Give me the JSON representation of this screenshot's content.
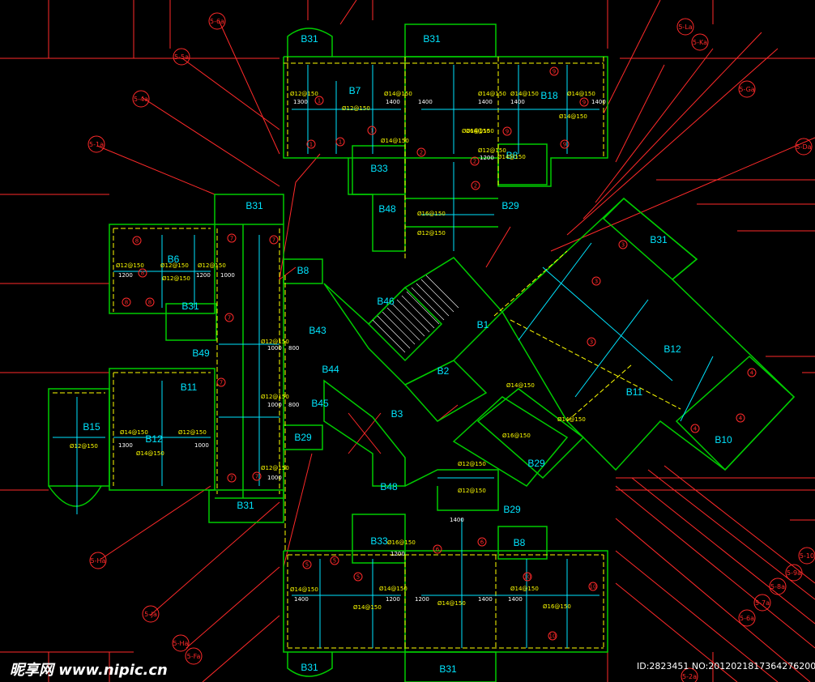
{
  "drawing": {
    "colors": {
      "background": "#000000",
      "grid": "#ff2a2a",
      "wall": "#00cc00",
      "beam": "#ffff00",
      "rebar": "#00e5ff",
      "label": "#00e5ff",
      "text": "#ffffff"
    },
    "axis_markers": [
      "5-6a",
      "5-5a",
      "5-4a",
      "5-1a",
      "5-La",
      "5-Ka",
      "5-Ga",
      "5-Da",
      "5-Ha",
      "5-Ja",
      "5-Ha",
      "5-Fa",
      "5-2a",
      "5-10",
      "5-9a",
      "5-8a",
      "5-7a",
      "5-6a"
    ],
    "slab_labels": [
      "B31",
      "B31",
      "B7",
      "B18",
      "B8",
      "B33",
      "B48",
      "B29",
      "B31",
      "B6",
      "B31",
      "B8",
      "B46",
      "B1",
      "B31",
      "B43",
      "B49",
      "B12",
      "B44",
      "B2",
      "B11",
      "B11",
      "B45",
      "B15",
      "B12",
      "B3",
      "B29",
      "B29",
      "B10",
      "B48",
      "B31",
      "B29",
      "B33",
      "B8",
      "B31",
      "B31"
    ],
    "rebar_notes": [
      "Ø12@150",
      "Ø14@150",
      "Ø14@150",
      "Ø14@150",
      "Ø14@150",
      "Ø12@150",
      "Ø14@150",
      "Ø16@150",
      "Ø12@150",
      "Ø14@150",
      "Ø14@150",
      "Ø14@150",
      "Ø12@150",
      "Ø12@150",
      "Ø12@150",
      "Ø12@150",
      "Ø12@150",
      "Ø12@150",
      "Ø12@150",
      "Ø14@150",
      "Ø12@150",
      "Ø14@150",
      "Ø12@150",
      "Ø16@150",
      "Ø14@150",
      "Ø14@150",
      "Ø14@150",
      "Ø14@150",
      "Ø16@150",
      "Ø14@150",
      "Ø16@150",
      "Ø12@150",
      "Ø12@150",
      "Ø12@150",
      "Ø14@150",
      "Ø16@150",
      "Ø14@150"
    ],
    "dimension_notes": [
      "1300",
      "1400",
      "1400",
      "1400",
      "1400",
      "1400",
      "1200",
      "1200",
      "1000",
      "1000",
      "800",
      "1000",
      "800",
      "1300",
      "1000",
      "1000",
      "1400",
      "1200",
      "1200",
      "1400",
      "1400",
      "1200",
      "1200",
      "1400"
    ],
    "slab_numbers": [
      "1",
      "1",
      "1",
      "1",
      "2",
      "2",
      "2",
      "9",
      "9",
      "9",
      "9",
      "8",
      "8",
      "8",
      "8",
      "7",
      "7",
      "7",
      "7",
      "7",
      "7",
      "3",
      "3",
      "3",
      "4",
      "4",
      "4",
      "5",
      "5",
      "5",
      "6",
      "6",
      "10",
      "10",
      "10"
    ]
  },
  "watermark": {
    "brand": "昵享网 www.nipic.cn",
    "id": "ID:2823451 NO:20120218173642762000"
  }
}
